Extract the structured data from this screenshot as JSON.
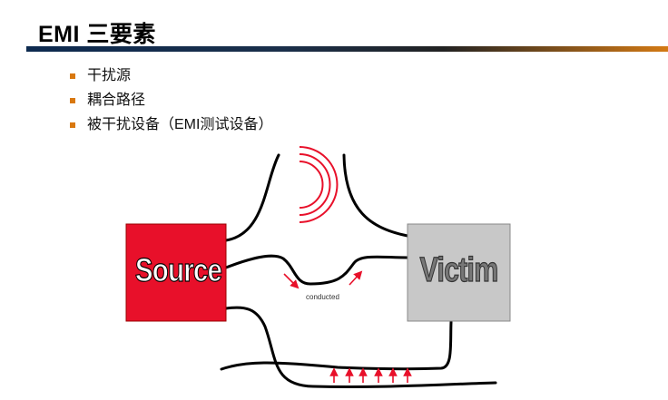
{
  "slide": {
    "title": "EMI 三要素",
    "bullets": [
      "干扰源",
      "耦合路径",
      "被干扰设备（EMI测试设备）"
    ]
  },
  "diagram": {
    "source_label": "Source",
    "victim_label": "Victim",
    "conducted_label": "conducted",
    "colors": {
      "source": "#e8102a",
      "victim": "#c8c8c8",
      "accent": "#d9780f",
      "wave": "#e8102a"
    }
  }
}
